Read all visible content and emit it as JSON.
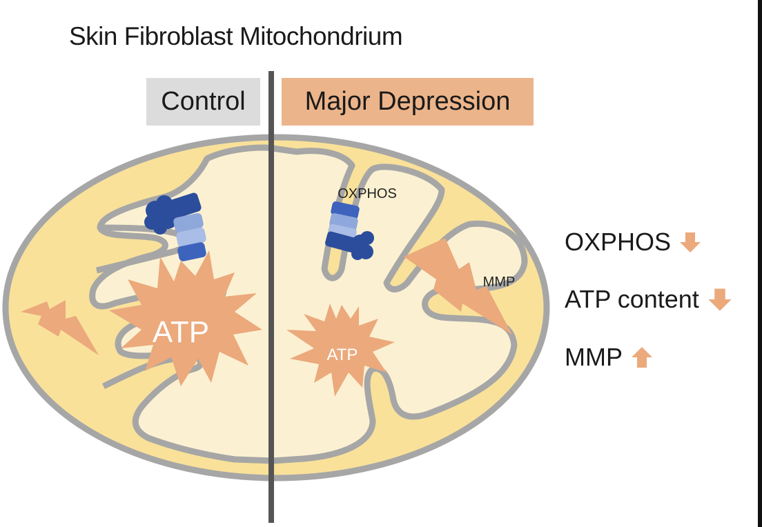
{
  "title": "Skin Fibroblast Mitochondrium",
  "conditions": {
    "control": "Control",
    "depression": "Major Depression"
  },
  "colors": {
    "control_bg": "#dcdcdc",
    "depression_bg": "#ecb48a",
    "matrix": "#fbf1d2",
    "intermembrane": "#f9e19a",
    "membrane": "#a6a6a6",
    "divider": "#555555",
    "accent": "#eba97c",
    "complex_dark": "#2c4d9c",
    "complex_light": "#8fa8dc"
  },
  "diagram": {
    "control": {
      "atp_label": "ATP"
    },
    "depression": {
      "oxphos_label": "OXPHOS",
      "atp_label": "ATP",
      "mmp_label": "MMP"
    }
  },
  "legend": [
    {
      "label": "OXPHOS",
      "direction": "down",
      "icon": "arrow-down-icon"
    },
    {
      "label": "ATP content",
      "direction": "down",
      "icon": "arrow-down-icon"
    },
    {
      "label": "MMP",
      "direction": "up",
      "icon": "arrow-up-icon"
    }
  ]
}
